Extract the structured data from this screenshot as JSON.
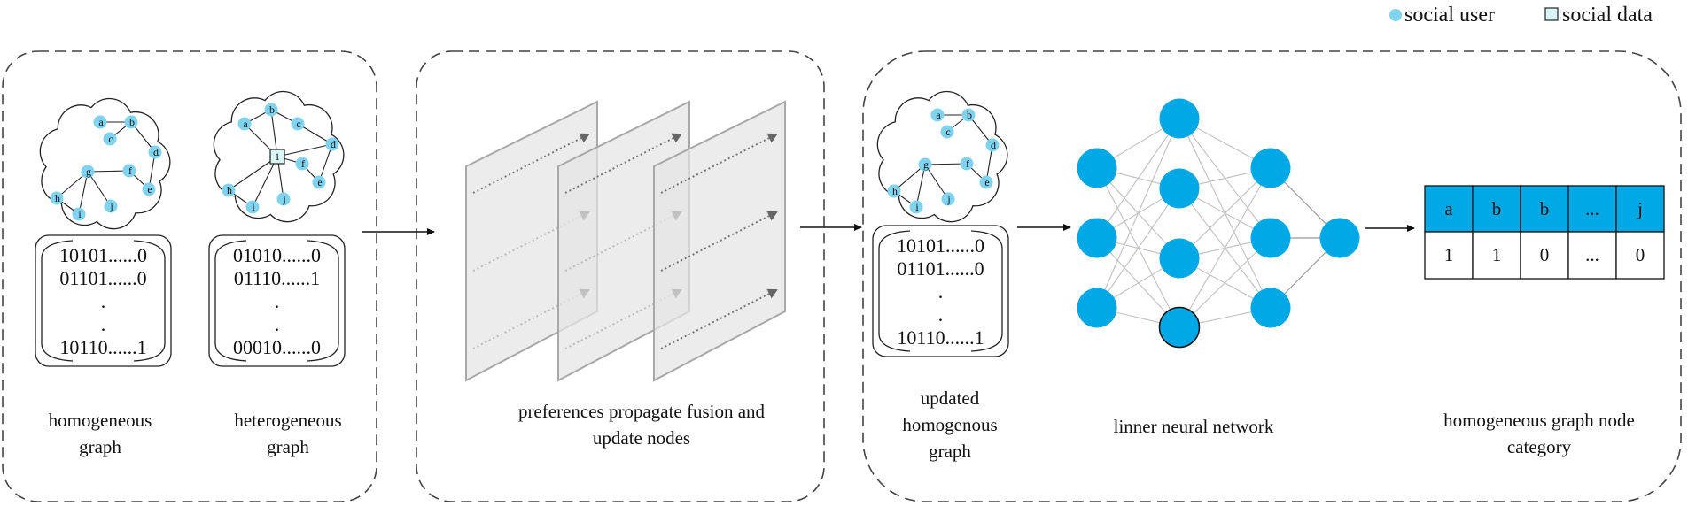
{
  "legend": {
    "user_label": "social user",
    "data_label": "social data",
    "user_color": "#7fd3ef",
    "data_color": "#d9f6f6"
  },
  "panel1": {
    "homogeneous": {
      "nodes": [
        "a",
        "b",
        "c",
        "d",
        "e",
        "f",
        "g",
        "h",
        "i",
        "j"
      ],
      "matrix": [
        "10101......0",
        "01101......0",
        ".",
        ".",
        "10110......1"
      ],
      "label_lines": [
        "homogeneous",
        "graph"
      ]
    },
    "heterogeneous": {
      "nodes": [
        "a",
        "b",
        "c",
        "d",
        "e",
        "f",
        "h",
        "i",
        "j"
      ],
      "data_node": "1",
      "matrix": [
        "01010......0",
        "01110......1",
        ".",
        ".",
        "00010......0"
      ],
      "label_lines": [
        "heterogeneous",
        "graph"
      ]
    }
  },
  "panel2": {
    "label_lines": [
      "preferences propagate fusion and",
      "update nodes"
    ]
  },
  "panel3": {
    "updated": {
      "nodes": [
        "a",
        "b",
        "c",
        "d",
        "e",
        "f",
        "g",
        "h",
        "i",
        "j"
      ],
      "matrix": [
        "10101......0",
        "01101......0",
        ".",
        ".",
        "10110......1"
      ],
      "label_lines": [
        "updated",
        "homogenous",
        "graph"
      ]
    },
    "network": {
      "layers": [
        3,
        4,
        3,
        1
      ],
      "node_color": "#00a8e6",
      "label": "linner neural network"
    },
    "category_table": {
      "header": [
        "a",
        "b",
        "b",
        "...",
        "j"
      ],
      "values": [
        "1",
        "1",
        "0",
        "...",
        "0"
      ],
      "header_color": "#00a8e6",
      "label_lines": [
        "homogeneous graph node",
        "category"
      ]
    }
  }
}
